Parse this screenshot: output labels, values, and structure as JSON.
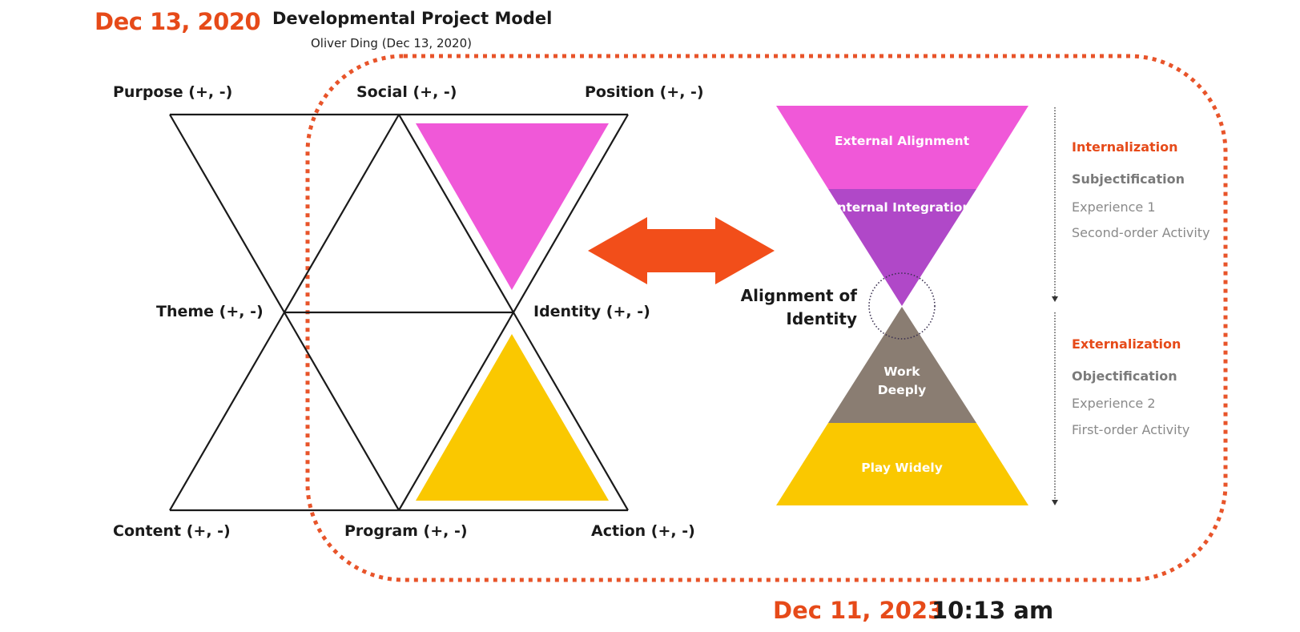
{
  "header": {
    "date": "Dec 13, 2020",
    "title": "Developmental Project Model",
    "author_line": "Oliver Ding (Dec 13, 2020)"
  },
  "hexagram": {
    "nodes": {
      "purpose": "Purpose (+, -)",
      "social": "Social (+, -)",
      "position": "Position (+, -)",
      "theme": "Theme (+, -)",
      "identity": "Identity (+, -)",
      "content": "Content (+, -)",
      "program": "Program (+, -)",
      "action": "Action (+, -)"
    },
    "fills": {
      "upper_triangle": "#f058d8",
      "lower_triangle": "#fac800"
    }
  },
  "connector": {
    "icon": "double-arrow-icon",
    "color": "#f24e1a"
  },
  "hourglass": {
    "layers": [
      {
        "label": "External Alignment",
        "color": "#f058d8"
      },
      {
        "label": "Internal Integration",
        "color": "#b048c8"
      },
      {
        "label": "Work Deeply",
        "color": "#8a7d72"
      },
      {
        "label": "Play Widely",
        "color": "#fac800"
      }
    ],
    "center_label": "Alignment of Identity"
  },
  "side_panel": {
    "internalization": {
      "heading": "Internalization",
      "subheading": "Subjectification",
      "items": [
        "Experience 1",
        "Second-order Activity"
      ]
    },
    "externalization": {
      "heading": "Externalization",
      "subheading": "Objectification",
      "items": [
        "Experience 2",
        "First-order Activity"
      ]
    }
  },
  "footer": {
    "date": "Dec 11, 2023",
    "time": "10:13 am"
  },
  "colors": {
    "accent": "#e64a19",
    "dotted_frame": "#e8542a",
    "stroke": "#1a1a1a"
  }
}
